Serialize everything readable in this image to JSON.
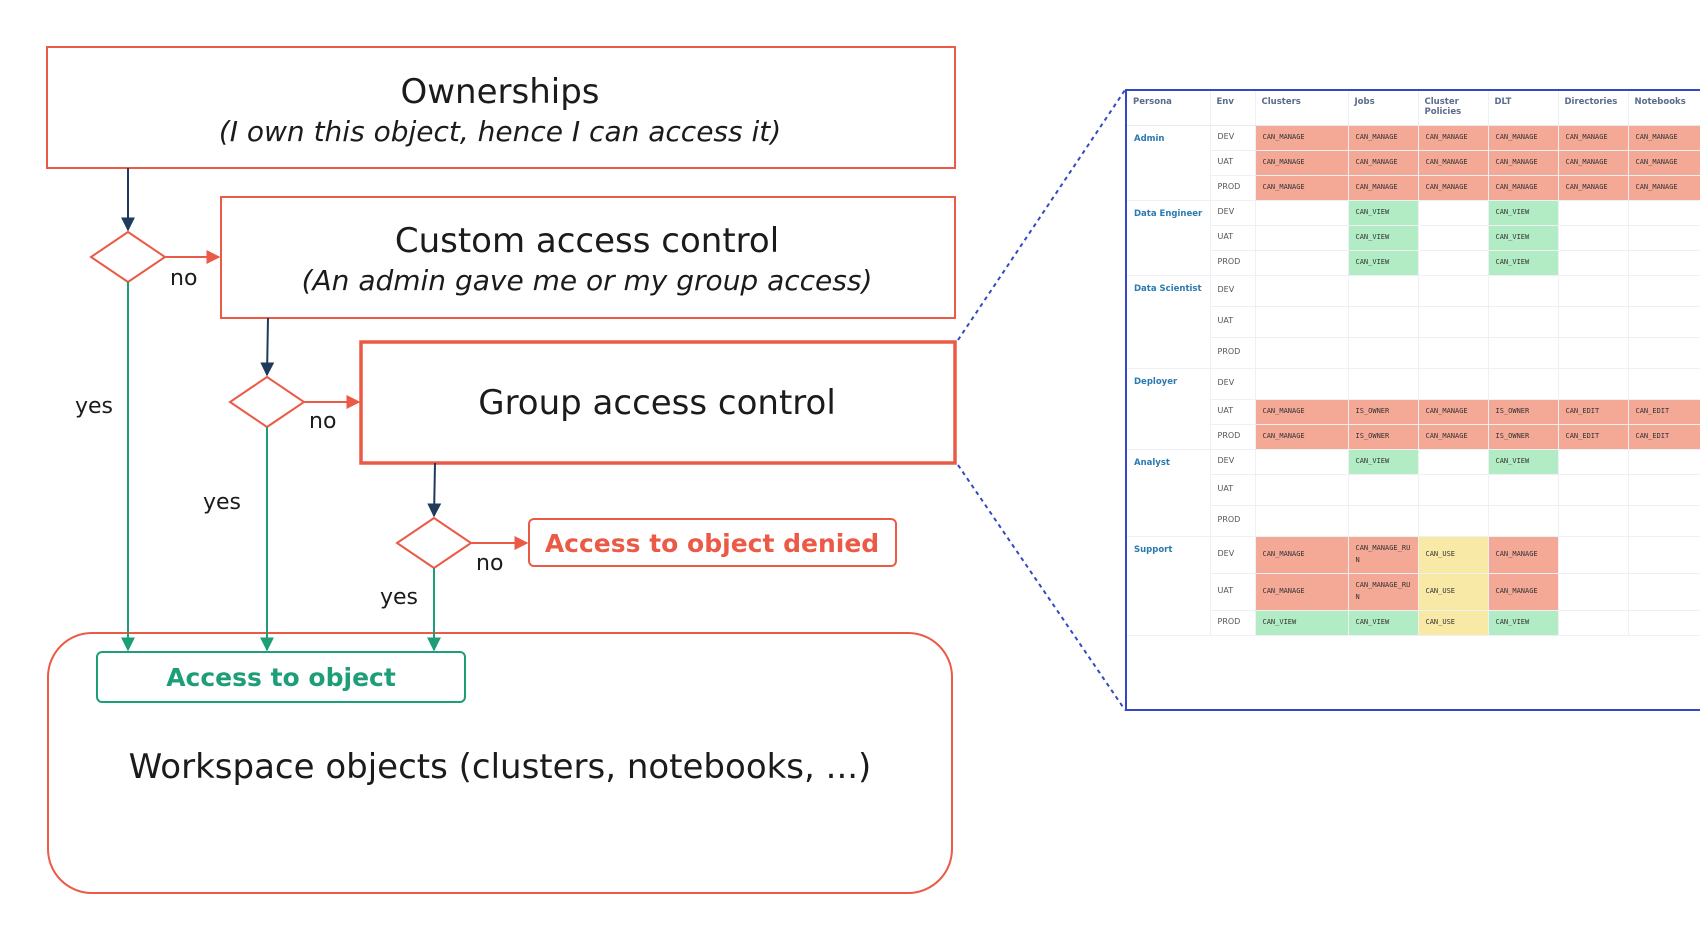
{
  "colors": {
    "red": "#eb5a46",
    "green": "#1e9e78",
    "navy": "#1f3a5a",
    "blue": "#3448c5",
    "cell_red": "#f4a896",
    "cell_green": "#b1ecc4",
    "cell_yellow": "#f8e9a6"
  },
  "flow": {
    "ownerships": {
      "title": "Ownerships",
      "subtitle": "(I own this object, hence I can access it)"
    },
    "custom": {
      "title": "Custom access control",
      "subtitle": "(An admin gave me or my group access)"
    },
    "group": {
      "title": "Group access control"
    },
    "denied": "Access to object denied",
    "access": "Access to object",
    "workspace": "Workspace objects (clusters, notebooks, ...)",
    "labels": {
      "no": "no",
      "yes": "yes"
    }
  },
  "matrix": {
    "headers": [
      "Persona",
      "Env",
      "Clusters",
      "Jobs",
      "Cluster Policies",
      "DLT",
      "Directories",
      "Notebooks"
    ],
    "personas": [
      {
        "name": "Admin",
        "rows": [
          {
            "env": "DEV",
            "cells": [
              {
                "v": "CAN_MANAGE",
                "c": "red"
              },
              {
                "v": "CAN_MANAGE",
                "c": "red"
              },
              {
                "v": "CAN_MANAGE",
                "c": "red"
              },
              {
                "v": "CAN_MANAGE",
                "c": "red"
              },
              {
                "v": "CAN_MANAGE",
                "c": "red"
              },
              {
                "v": "CAN_MANAGE",
                "c": "red"
              }
            ]
          },
          {
            "env": "UAT",
            "cells": [
              {
                "v": "CAN_MANAGE",
                "c": "red"
              },
              {
                "v": "CAN_MANAGE",
                "c": "red"
              },
              {
                "v": "CAN_MANAGE",
                "c": "red"
              },
              {
                "v": "CAN_MANAGE",
                "c": "red"
              },
              {
                "v": "CAN_MANAGE",
                "c": "red"
              },
              {
                "v": "CAN_MANAGE",
                "c": "red"
              }
            ]
          },
          {
            "env": "PROD",
            "cells": [
              {
                "v": "CAN_MANAGE",
                "c": "red"
              },
              {
                "v": "CAN_MANAGE",
                "c": "red"
              },
              {
                "v": "CAN_MANAGE",
                "c": "red"
              },
              {
                "v": "CAN_MANAGE",
                "c": "red"
              },
              {
                "v": "CAN_MANAGE",
                "c": "red"
              },
              {
                "v": "CAN_MANAGE",
                "c": "red"
              }
            ]
          }
        ]
      },
      {
        "name": "Data Engineer",
        "rows": [
          {
            "env": "DEV",
            "cells": [
              {
                "v": "",
                "c": ""
              },
              {
                "v": "CAN_VIEW",
                "c": "green"
              },
              {
                "v": "",
                "c": ""
              },
              {
                "v": "CAN_VIEW",
                "c": "green"
              },
              {
                "v": "",
                "c": ""
              },
              {
                "v": "",
                "c": ""
              }
            ]
          },
          {
            "env": "UAT",
            "cells": [
              {
                "v": "",
                "c": ""
              },
              {
                "v": "CAN_VIEW",
                "c": "green"
              },
              {
                "v": "",
                "c": ""
              },
              {
                "v": "CAN_VIEW",
                "c": "green"
              },
              {
                "v": "",
                "c": ""
              },
              {
                "v": "",
                "c": ""
              }
            ]
          },
          {
            "env": "PROD",
            "cells": [
              {
                "v": "",
                "c": ""
              },
              {
                "v": "CAN_VIEW",
                "c": "green"
              },
              {
                "v": "",
                "c": ""
              },
              {
                "v": "CAN_VIEW",
                "c": "green"
              },
              {
                "v": "",
                "c": ""
              },
              {
                "v": "",
                "c": ""
              }
            ]
          }
        ]
      },
      {
        "name": "Data Scientist",
        "rows": [
          {
            "env": "DEV",
            "cells": [
              {
                "v": "",
                "c": ""
              },
              {
                "v": "",
                "c": ""
              },
              {
                "v": "",
                "c": ""
              },
              {
                "v": "",
                "c": ""
              },
              {
                "v": "",
                "c": ""
              },
              {
                "v": "",
                "c": ""
              }
            ]
          },
          {
            "env": "UAT",
            "cells": [
              {
                "v": "",
                "c": ""
              },
              {
                "v": "",
                "c": ""
              },
              {
                "v": "",
                "c": ""
              },
              {
                "v": "",
                "c": ""
              },
              {
                "v": "",
                "c": ""
              },
              {
                "v": "",
                "c": ""
              }
            ]
          },
          {
            "env": "PROD",
            "cells": [
              {
                "v": "",
                "c": ""
              },
              {
                "v": "",
                "c": ""
              },
              {
                "v": "",
                "c": ""
              },
              {
                "v": "",
                "c": ""
              },
              {
                "v": "",
                "c": ""
              },
              {
                "v": "",
                "c": ""
              }
            ]
          }
        ]
      },
      {
        "name": "Deployer",
        "rows": [
          {
            "env": "DEV",
            "cells": [
              {
                "v": "",
                "c": ""
              },
              {
                "v": "",
                "c": ""
              },
              {
                "v": "",
                "c": ""
              },
              {
                "v": "",
                "c": ""
              },
              {
                "v": "",
                "c": ""
              },
              {
                "v": "",
                "c": ""
              }
            ]
          },
          {
            "env": "UAT",
            "cells": [
              {
                "v": "CAN_MANAGE",
                "c": "red"
              },
              {
                "v": "IS_OWNER",
                "c": "red"
              },
              {
                "v": "CAN_MANAGE",
                "c": "red"
              },
              {
                "v": "IS_OWNER",
                "c": "red"
              },
              {
                "v": "CAN_EDIT",
                "c": "red"
              },
              {
                "v": "CAN_EDIT",
                "c": "red"
              }
            ]
          },
          {
            "env": "PROD",
            "cells": [
              {
                "v": "CAN_MANAGE",
                "c": "red"
              },
              {
                "v": "IS_OWNER",
                "c": "red"
              },
              {
                "v": "CAN_MANAGE",
                "c": "red"
              },
              {
                "v": "IS_OWNER",
                "c": "red"
              },
              {
                "v": "CAN_EDIT",
                "c": "red"
              },
              {
                "v": "CAN_EDIT",
                "c": "red"
              }
            ]
          }
        ]
      },
      {
        "name": "Analyst",
        "rows": [
          {
            "env": "DEV",
            "cells": [
              {
                "v": "",
                "c": ""
              },
              {
                "v": "CAN_VIEW",
                "c": "green"
              },
              {
                "v": "",
                "c": ""
              },
              {
                "v": "CAN_VIEW",
                "c": "green"
              },
              {
                "v": "",
                "c": ""
              },
              {
                "v": "",
                "c": ""
              }
            ]
          },
          {
            "env": "UAT",
            "cells": [
              {
                "v": "",
                "c": ""
              },
              {
                "v": "",
                "c": ""
              },
              {
                "v": "",
                "c": ""
              },
              {
                "v": "",
                "c": ""
              },
              {
                "v": "",
                "c": ""
              },
              {
                "v": "",
                "c": ""
              }
            ]
          },
          {
            "env": "PROD",
            "cells": [
              {
                "v": "",
                "c": ""
              },
              {
                "v": "",
                "c": ""
              },
              {
                "v": "",
                "c": ""
              },
              {
                "v": "",
                "c": ""
              },
              {
                "v": "",
                "c": ""
              },
              {
                "v": "",
                "c": ""
              }
            ]
          }
        ]
      },
      {
        "name": "Support",
        "rows": [
          {
            "env": "DEV",
            "cells": [
              {
                "v": "CAN_MANAGE",
                "c": "red"
              },
              {
                "v": "CAN_MANAGE_RUN",
                "c": "red"
              },
              {
                "v": "CAN_USE",
                "c": "yellow"
              },
              {
                "v": "CAN_MANAGE",
                "c": "red"
              },
              {
                "v": "",
                "c": ""
              },
              {
                "v": "",
                "c": ""
              }
            ]
          },
          {
            "env": "UAT",
            "cells": [
              {
                "v": "CAN_MANAGE",
                "c": "red"
              },
              {
                "v": "CAN_MANAGE_RUN",
                "c": "red"
              },
              {
                "v": "CAN_USE",
                "c": "yellow"
              },
              {
                "v": "CAN_MANAGE",
                "c": "red"
              },
              {
                "v": "",
                "c": ""
              },
              {
                "v": "",
                "c": ""
              }
            ]
          },
          {
            "env": "PROD",
            "cells": [
              {
                "v": "CAN_VIEW",
                "c": "green"
              },
              {
                "v": "CAN_VIEW",
                "c": "green"
              },
              {
                "v": "CAN_USE",
                "c": "yellow"
              },
              {
                "v": "CAN_VIEW",
                "c": "green"
              },
              {
                "v": "",
                "c": ""
              },
              {
                "v": "",
                "c": ""
              }
            ]
          }
        ]
      }
    ]
  }
}
